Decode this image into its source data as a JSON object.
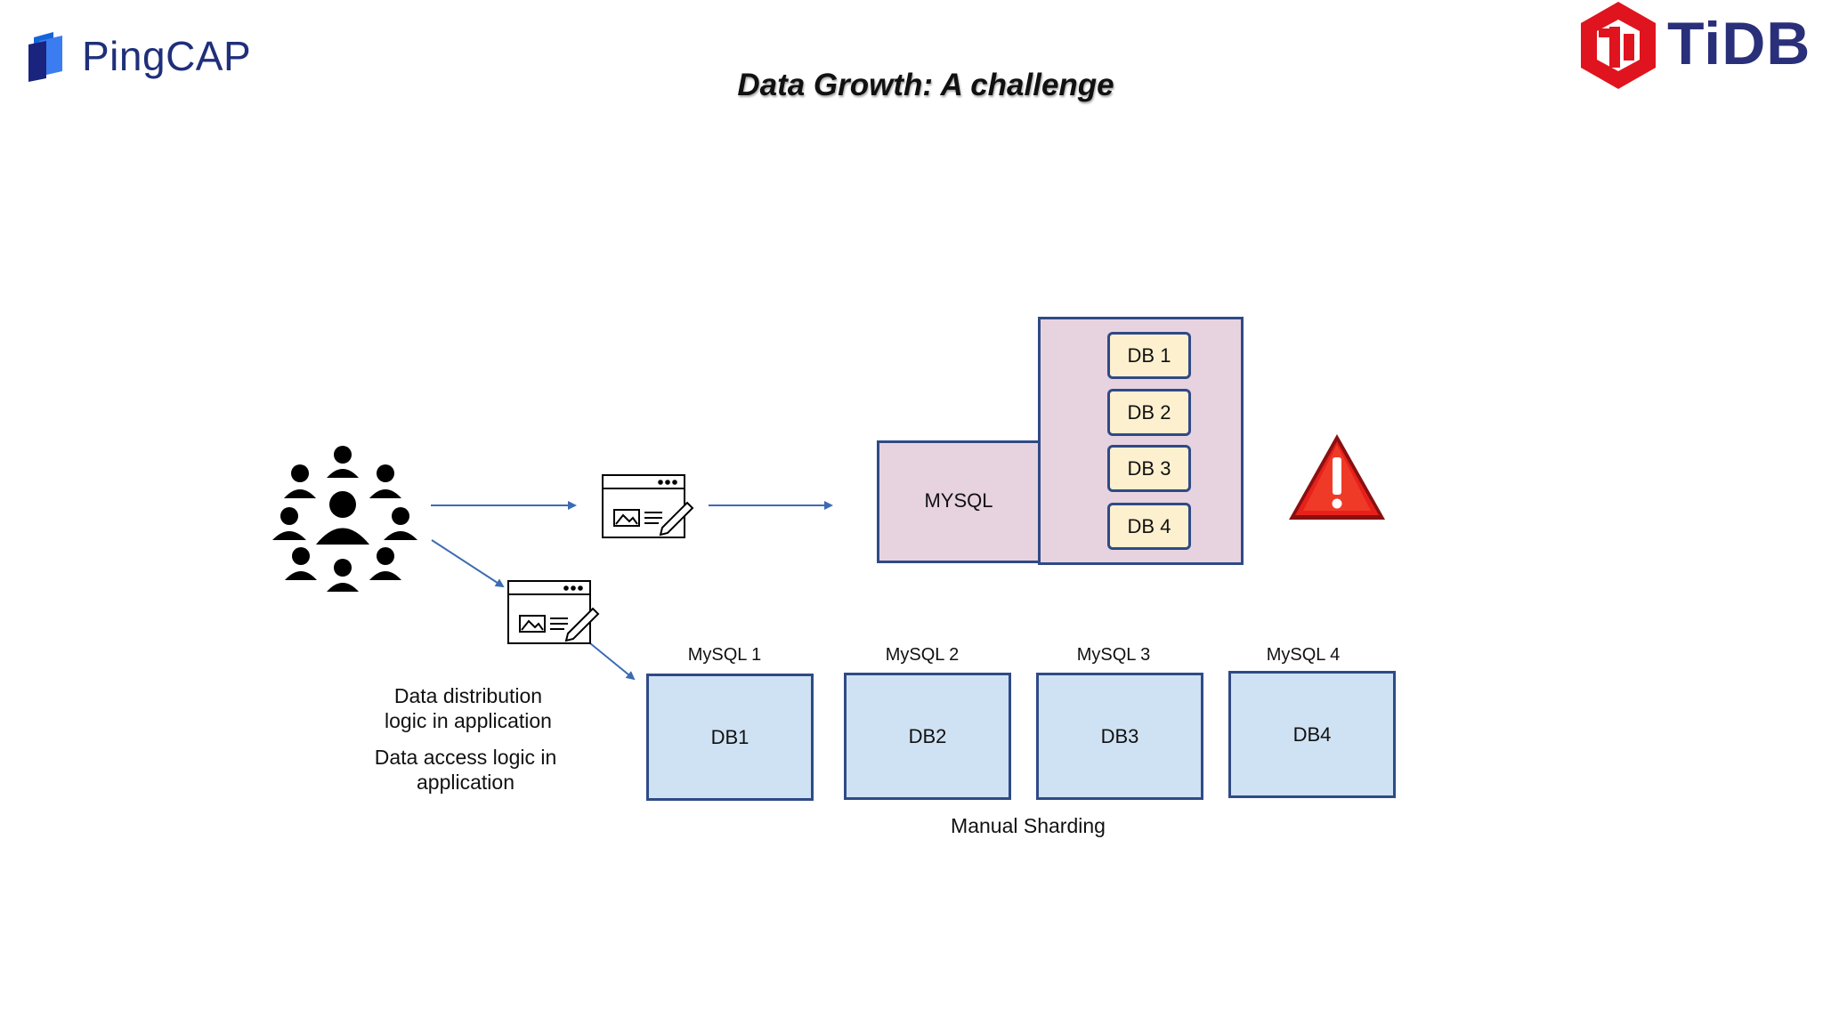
{
  "slide": {
    "title": "Data Growth: A challenge"
  },
  "logos": {
    "left_text": "PingCAP",
    "right_text": "TiDB"
  },
  "diagram": {
    "mysql_label": "MYSQL",
    "stacked_dbs": [
      "DB 1",
      "DB 2",
      "DB 3",
      "DB 4"
    ],
    "shards": [
      {
        "server": "MySQL 1",
        "db": "DB1"
      },
      {
        "server": "MySQL 2",
        "db": "DB2"
      },
      {
        "server": "MySQL 3",
        "db": "DB3"
      },
      {
        "server": "MySQL 4",
        "db": "DB4"
      }
    ],
    "note_distribution": [
      "Data distribution",
      "logic in application"
    ],
    "note_access": [
      "Data access logic in",
      "application"
    ],
    "sharding_caption": "Manual Sharding"
  },
  "colors": {
    "mysql_fill": "#e7d3df",
    "db_small_fill": "#fdf0cf",
    "shard_fill": "#cfe2f3",
    "border_blue": "#2f4a86",
    "arrow_blue": "#3d6bb3",
    "warning_red": "#e8201c",
    "tidb_red": "#e0141e",
    "pingcap_blue": "#1f2f7a"
  },
  "icons": [
    "people-group-icon",
    "app-window-icon",
    "warning-icon"
  ]
}
